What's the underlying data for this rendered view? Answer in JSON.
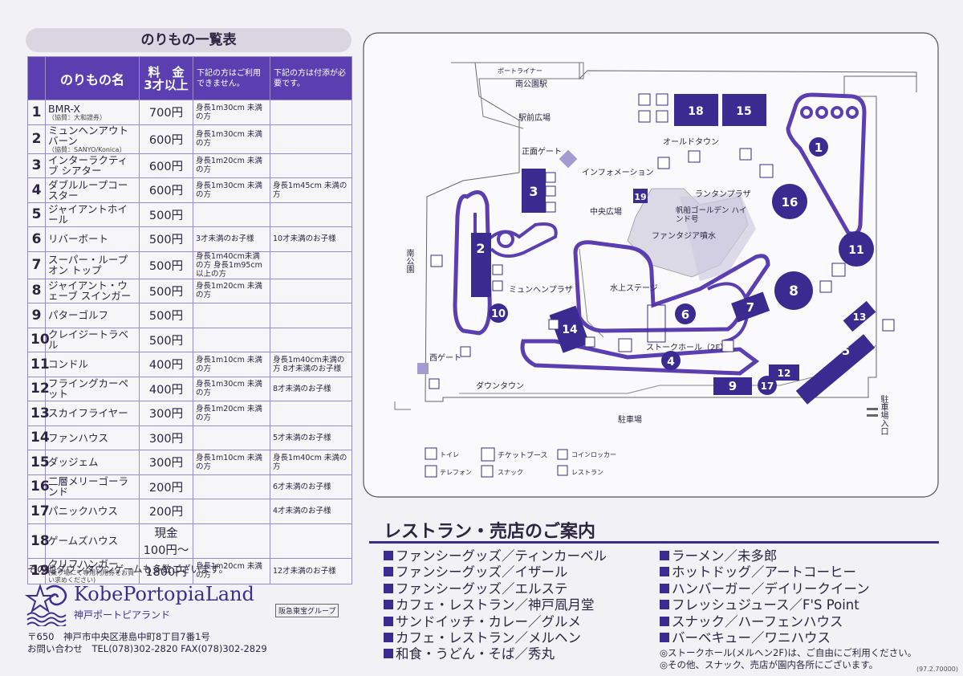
{
  "left": {
    "title": "のりもの一覧表",
    "headers": {
      "name": "のりもの名",
      "price_line1": "料　金",
      "price_line2": "3才以上",
      "note1": "下記の方はご利用できません。",
      "note2": "下記の方は付添が必要です。"
    },
    "rides": [
      {
        "no": "1",
        "name": "BMR-X",
        "sub": "（協賛：大和證券）",
        "price": "700円",
        "note1": "身長1m30cm 未満の方",
        "note2": ""
      },
      {
        "no": "2",
        "name": "ミュンヘンアウトバーン",
        "sub": "（協賛：SANYO/Konica）",
        "price": "600円",
        "note1": "身長1m30cm 未満の方",
        "note2": ""
      },
      {
        "no": "3",
        "name": "インターラクティブ シアター",
        "sub": "",
        "price": "600円",
        "note1": "身長1m20cm 未満の方",
        "note2": ""
      },
      {
        "no": "4",
        "name": "ダブルループコースター",
        "sub": "",
        "price": "600円",
        "note1": "身長1m30cm 未満の方",
        "note2": "身長1m45cm 未満の方"
      },
      {
        "no": "5",
        "name": "ジャイアントホイール",
        "sub": "",
        "price": "500円",
        "note1": "",
        "note2": ""
      },
      {
        "no": "6",
        "name": "リバーボート",
        "sub": "",
        "price": "500円",
        "note1": "3才未満のお子様",
        "note2": "10才未満のお子様"
      },
      {
        "no": "7",
        "name": "スーパー・ループ オン トップ",
        "sub": "",
        "price": "500円",
        "note1": "身長1m40cm未満の方 身長1m95cm以上の方",
        "note2": ""
      },
      {
        "no": "8",
        "name": "ジャイアント・ウェーブ スインガー",
        "sub": "",
        "price": "500円",
        "note1": "身長1m20cm 未満の方",
        "note2": ""
      },
      {
        "no": "9",
        "name": "パターゴルフ",
        "sub": "",
        "price": "500円",
        "note1": "",
        "note2": ""
      },
      {
        "no": "10",
        "name": "クレイジートラベル",
        "sub": "",
        "price": "500円",
        "note1": "",
        "note2": ""
      },
      {
        "no": "11",
        "name": "コンドル",
        "sub": "",
        "price": "400円",
        "note1": "身長1m10cm 未満の方",
        "note2": "身長1m40cm未満の方 8才未満のお子様"
      },
      {
        "no": "12",
        "name": "フライングカーペット",
        "sub": "",
        "price": "400円",
        "note1": "身長1m30cm 未満の方",
        "note2": "8才未満のお子様"
      },
      {
        "no": "13",
        "name": "スカイフライヤー",
        "sub": "",
        "price": "300円",
        "note1": "身長1m20cm 未満の方",
        "note2": ""
      },
      {
        "no": "14",
        "name": "ファンハウス",
        "sub": "",
        "price": "300円",
        "note1": "",
        "note2": "5才未満のお子様"
      },
      {
        "no": "15",
        "name": "ダッジェム",
        "sub": "",
        "price": "300円",
        "note1": "身長1m10cm 未満の方",
        "note2": "身長1m40cm 未満の方"
      },
      {
        "no": "16",
        "name": "二層メリーゴーランド",
        "sub": "",
        "price": "200円",
        "note1": "",
        "note2": "6才未満のお子様"
      },
      {
        "no": "17",
        "name": "パニックハウス",
        "sub": "",
        "price": "200円",
        "note1": "",
        "note2": "4才未満のお子様"
      },
      {
        "no": "18",
        "name": "ゲームズハウス",
        "sub": "",
        "price": "現金 100円～",
        "note1": "",
        "note2": ""
      },
      {
        "no": "19",
        "name": "クリフハンガー",
        "sub": "(乗り場にて専用利用券をお買い求めください)",
        "price": "1800円",
        "note1": "身長1m20cm 未満の方",
        "note2": "12才未満のお子様"
      }
    ],
    "footnote": "その他ダウンタウンゲームも多数ございます。",
    "logo_text": "KobePortopiaLand",
    "logo_sub": "神戸ポートピアランド",
    "group_badge": "阪急東宝グループ",
    "address1": "〒650　神戸市中央区港島中町8丁目7番1号",
    "address2": "お問い合わせ　TEL(078)302-2820 FAX(078)302-2829"
  },
  "map": {
    "labels": {
      "portliner": "ポートライナー",
      "station": "南公園駅",
      "ekimae": "駅前広場",
      "seimen_gate": "正面ゲート",
      "information": "インフォメーション",
      "oldtown": "オールドタウン",
      "lantern_plaza": "ランタンプラザ",
      "chuo_hiroba": "中央広場",
      "golden_hind": "帆船ゴールデン ハインド号",
      "fantasia": "ファンタジア噴水",
      "munchen_plaza": "ミュンヘンプラザ",
      "suijo_stage": "水上ステージ",
      "stork_hall": "ストークホール（2F）",
      "nishi_gate": "西ゲート",
      "downtown": "ダウンタウン",
      "parking": "駐車場",
      "minami_koen": "南公園",
      "parking_entrance": "駐車場入口"
    },
    "legend": {
      "toilet": "トイレ",
      "ticket": "チケットブース",
      "locker": "コインロッカー",
      "phone": "テレフォン",
      "snack": "スナック",
      "restaurant": "レストラン"
    },
    "colors": {
      "accent": "#5b3fb0",
      "dark": "#3b2a8f",
      "plaza": "#dcd9e6"
    }
  },
  "shops": {
    "title": "レストラン・売店のご案内",
    "col1": [
      "ファンシーグッズ／ティンカーベル",
      "ファンシーグッズ／イザール",
      "ファンシーグッズ／エルステ",
      "カフェ・レストラン／神戸凮月堂",
      "サンドイッチ・カレー／グルメ",
      "カフェ・レストラン／メルヘン",
      "和食・うどん・そば／秀丸"
    ],
    "col2": [
      "ラーメン／未多郎",
      "ホットドッグ／アートコーヒー",
      "ハンバーガー／デイリークイーン",
      "フレッシュジュース／F'S Point",
      "スナック／ハーフェンハウス",
      "バーベキュー／ワニハウス"
    ],
    "notes": [
      "◎ストークホール(メルヘン2F)は、ご自由にご利用ください。",
      "◎その他、スナック、売店が園内各所にございます。"
    ],
    "version": "(97.2.70000)"
  }
}
